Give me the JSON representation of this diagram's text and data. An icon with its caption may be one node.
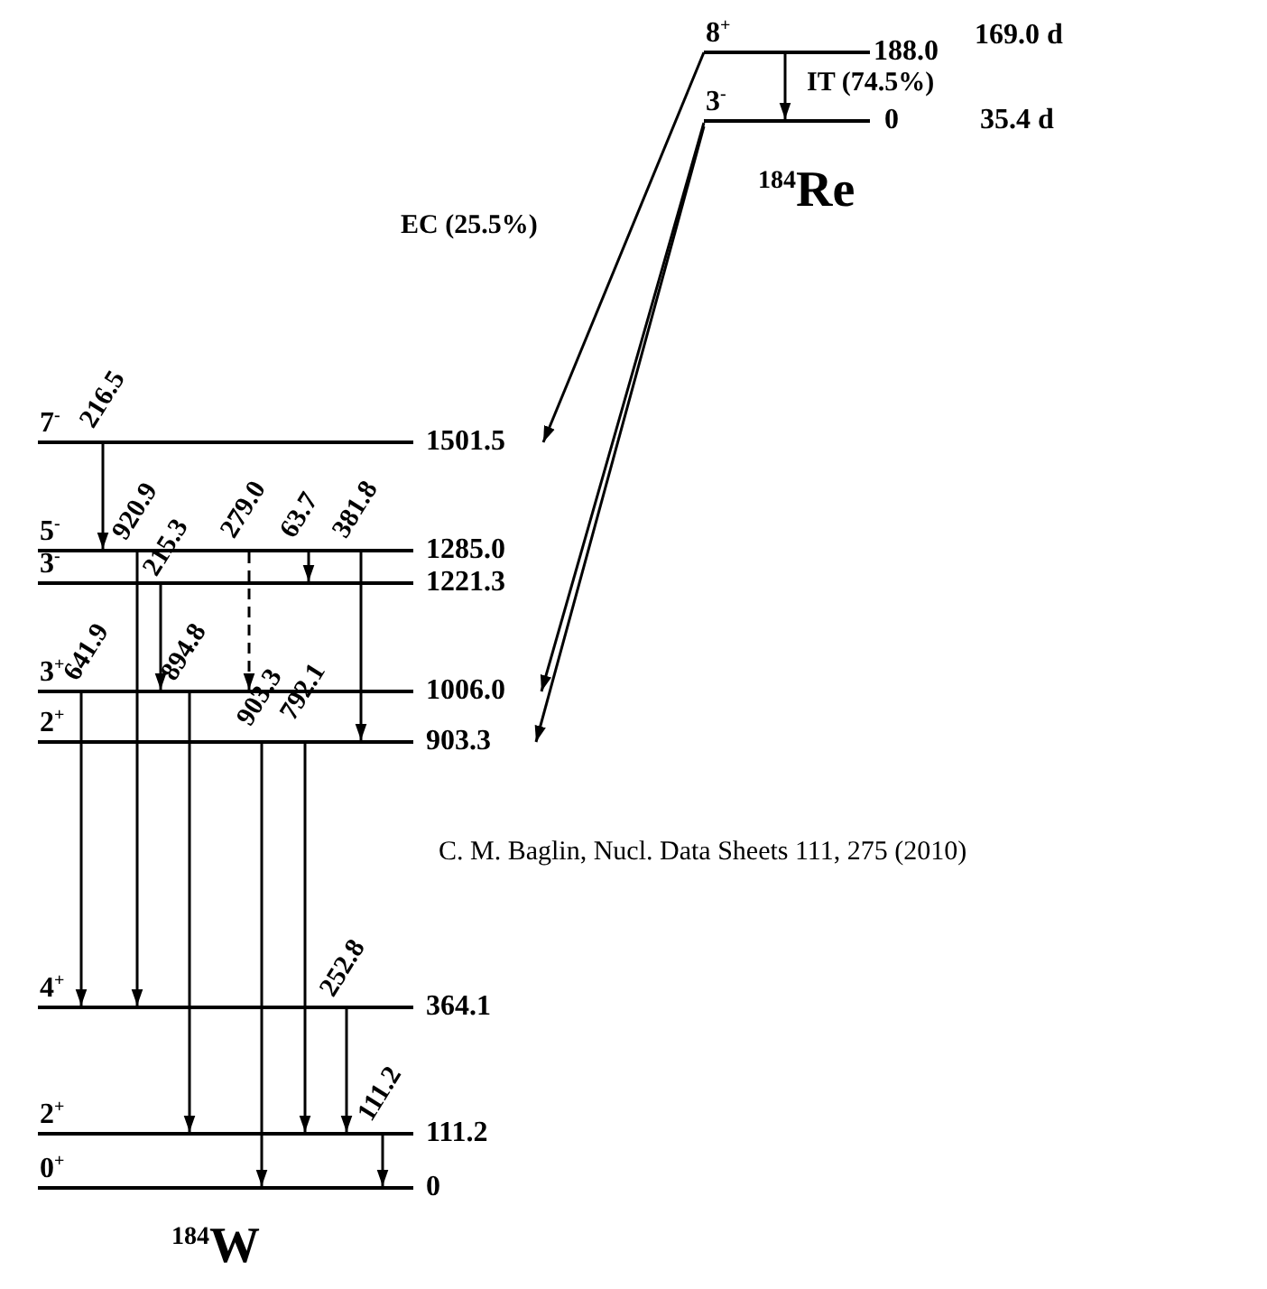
{
  "diagram": {
    "nodes": [
      {
        "text": [
          "8$^{+}$",
          "188.0"
        ],
        "beside": [
          "169.0 d"
        ]
      },
      {
        "text": [
          "3$^{-}$",
          "0"
        ],
        "beside": [
          "35.4 d"
        ]
      },
      {
        "text": [
          "7$^{-}$",
          "1501.5"
        ]
      },
      {
        "text": [
          "5$^{-}$",
          "1285.0"
        ]
      },
      {
        "text": [
          "3$^{-}$",
          "1221.3"
        ]
      },
      {
        "text": [
          "3$^{+}$",
          "1006.0"
        ]
      },
      {
        "text": [
          "2$^{+}$",
          "903.3"
        ]
      },
      {
        "text": [
          "4$^{+}$",
          "364.1"
        ]
      },
      {
        "text": [
          "2$^{+}$",
          "111.2"
        ]
      },
      {
        "text": [
          "0$^{+}$",
          "0"
        ]
      }
    ],
    "edges": [
      {
        "from": 0,
        "to": 1,
        "arrow": "to",
        "label": "IT (74.5%)"
      },
      {
        "from": 0,
        "to": 2,
        "arrow": "to",
        "label": "EC (25.5%)"
      },
      {
        "from": 1,
        "to": 5,
        "arrow": "to"
      },
      {
        "from": 1,
        "to": 6,
        "arrow": "to"
      },
      {
        "from": 2,
        "to": 3,
        "arrow": "to",
        "label": "216.5"
      },
      {
        "from": 3,
        "to": 7,
        "arrow": "to",
        "label": "920.9"
      },
      {
        "from": 4,
        "to": 5,
        "arrow": "to",
        "label": "215.3"
      },
      {
        "from": 3,
        "to": 5,
        "arrow": "to",
        "label": "279.0",
        "style": "dashed"
      },
      {
        "from": 3,
        "to": 4,
        "arrow": "to",
        "label": "63.7"
      },
      {
        "from": 3,
        "to": 6,
        "arrow": "to",
        "label": "381.8"
      },
      {
        "from": 5,
        "to": 7,
        "arrow": "to",
        "label": "641.9"
      },
      {
        "from": 5,
        "to": 8,
        "arrow": "to",
        "label": "894.8"
      },
      {
        "from": 6,
        "to": 9,
        "arrow": "to",
        "label": "903.3"
      },
      {
        "from": 6,
        "to": 8,
        "arrow": "to",
        "label": "792.1"
      },
      {
        "from": 7,
        "to": 8,
        "arrow": "to",
        "label": "252.8"
      },
      {
        "from": 8,
        "to": 9,
        "arrow": "to",
        "label": "111.2"
      }
    ],
    "labels": [
      "$^{184}$Re",
      "$^{184}$W",
      "C. M. Baglin, Nucl. Data Sheets 111, 275 (2010)"
    ]
  }
}
